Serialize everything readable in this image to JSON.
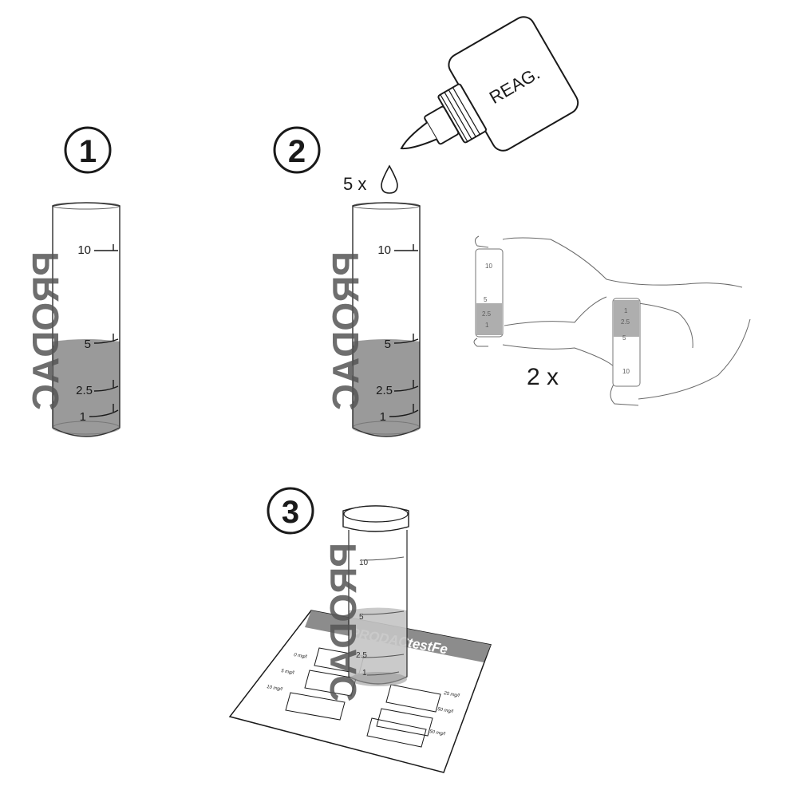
{
  "colors": {
    "ink": "#1a1a1a",
    "liquid": "#9a9a9a",
    "liquid_light": "#c4c4c4",
    "glass_fill": "#ffffff",
    "card_header": "#8c8c8c"
  },
  "step1": {
    "number": "1",
    "tube": {
      "brand": "PRODAC",
      "scale_labels": [
        "10",
        "5",
        "2.5",
        "1"
      ]
    }
  },
  "step2": {
    "number": "2",
    "bottle_label": "REAG.",
    "drops_text": "5 x",
    "drop_icon": "drop-icon",
    "tube": {
      "brand": "PRODAC",
      "scale_labels": [
        "10",
        "5",
        "2.5",
        "1"
      ]
    },
    "shake_text": "2 x",
    "small_tube_labels": [
      "10",
      "5",
      "2.5",
      "1"
    ]
  },
  "step3": {
    "number": "3",
    "tube_scale_labels": [
      "10",
      "5",
      "2.5",
      "1"
    ],
    "tube_brand": "PRODAC",
    "card": {
      "title": "PRODACtestFe",
      "left_labels": [
        "0 mg/l",
        "5 mg/l",
        "10 mg/l"
      ],
      "right_labels": [
        "25 mg/l",
        "50 mg/l",
        "50 mg/l"
      ]
    }
  }
}
